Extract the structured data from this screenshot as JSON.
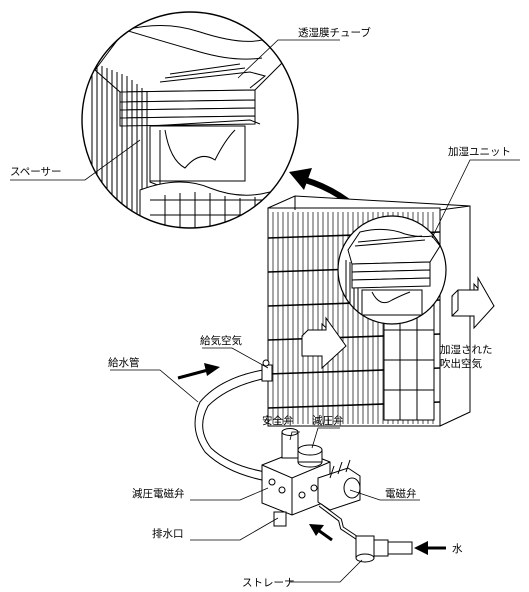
{
  "labels": {
    "membrane_tube": "透湿膜チューブ",
    "humidifier_unit": "加湿ユニット",
    "spacer": "スペーサー",
    "supply_air": "給気空気",
    "humidified_line1": "加湿された",
    "humidified_line2": "吹出空気",
    "water_pipe": "給水管",
    "safety_valve": "安全弁",
    "pressure_reducing_valve": "減圧弁",
    "pressure_reducing_solenoid": "減圧電磁弁",
    "solenoid_valve": "電磁弁",
    "drain_port": "排水口",
    "water": "水",
    "strainer": "ストレーナ"
  },
  "colors": {
    "line": "#000000",
    "background": "#ffffff"
  }
}
